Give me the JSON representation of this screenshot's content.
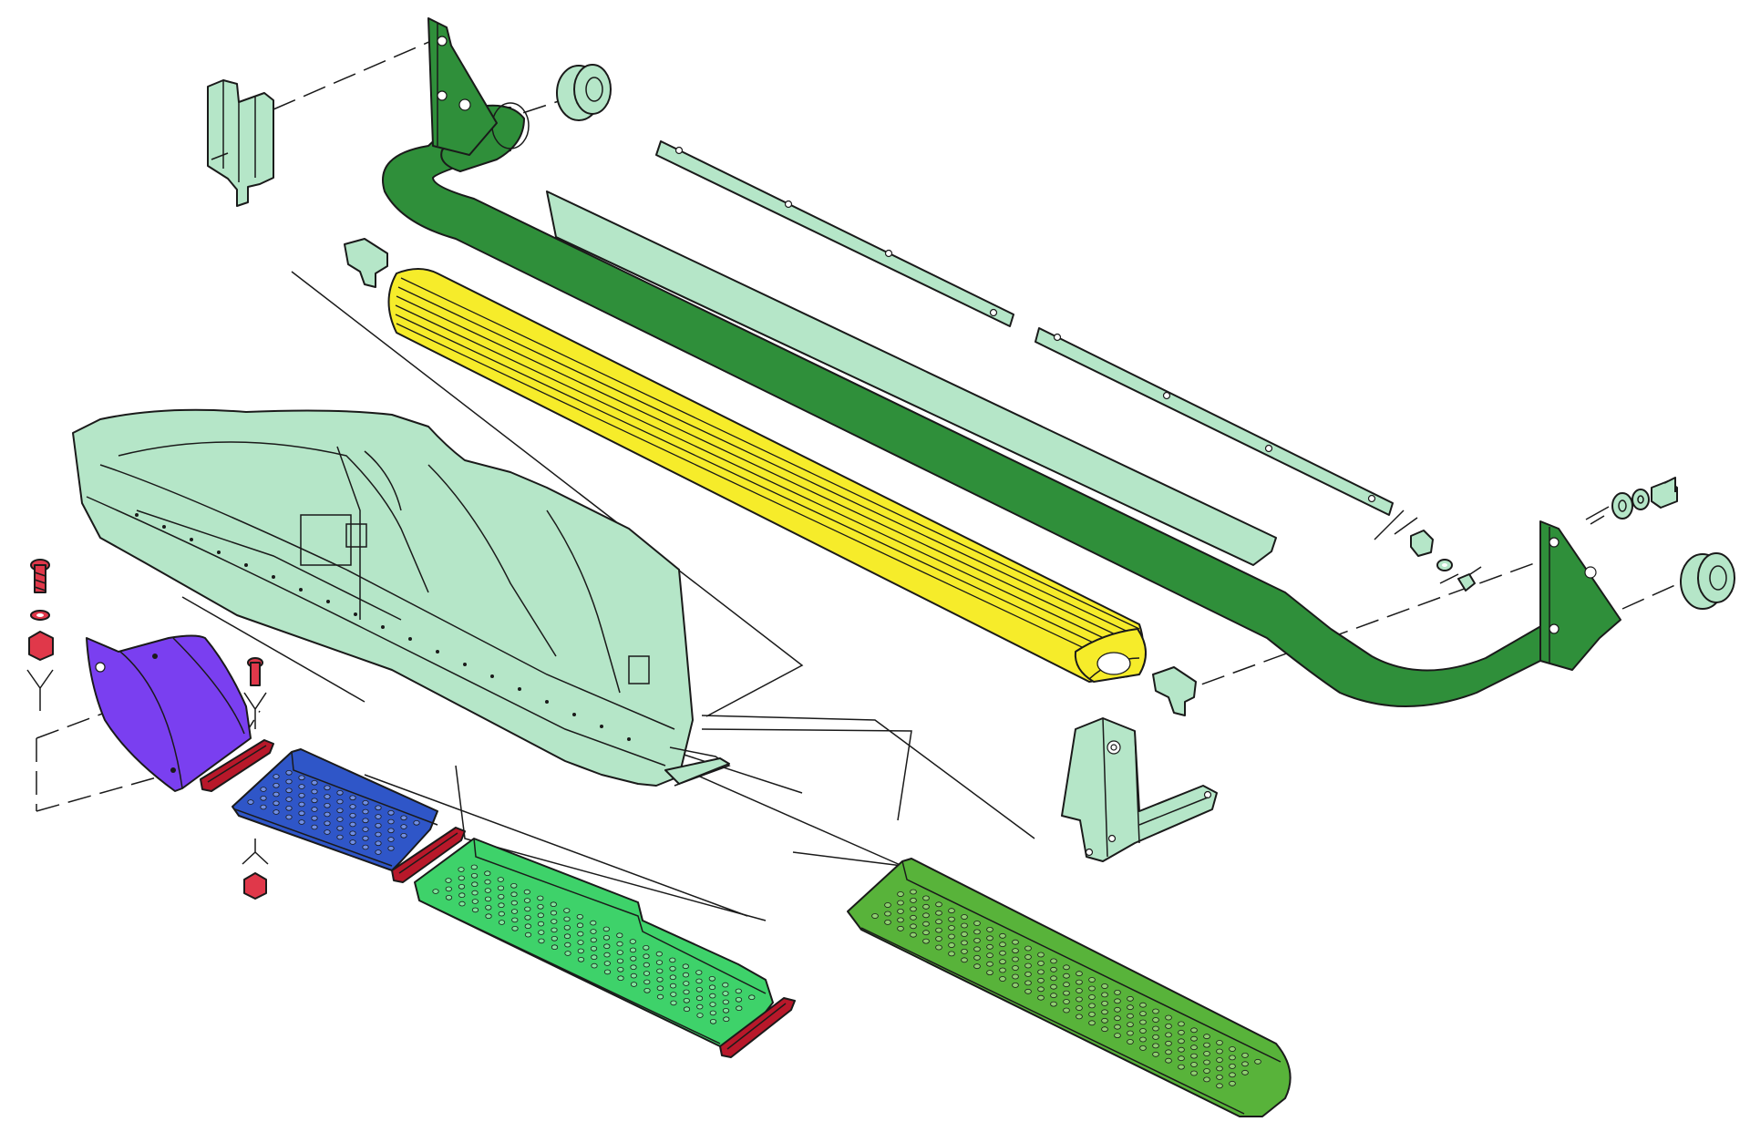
{
  "diagram": {
    "type": "exploded-parts-view",
    "colors": {
      "background": "#ffffff",
      "outline": "#1a1a1a",
      "light_mint": "#b5e6c8",
      "tube_green": "#2f8f3a",
      "step_yellow": "#f6ec2a",
      "cover_purple": "#7a3ff0",
      "step_blue": "#2f56c8",
      "step_bright_green": "#3ed26a",
      "step_olive_green": "#58b33a",
      "trim_red": "#b8182a",
      "hardware_red": "#e0384a"
    },
    "parts": [
      {
        "id": "body-side-panel",
        "color": "light_mint"
      },
      {
        "id": "running-board-tube",
        "color": "tube_green"
      },
      {
        "id": "tube-end-cap-rear",
        "color": "light_mint"
      },
      {
        "id": "tube-end-cap-front",
        "color": "light_mint"
      },
      {
        "id": "mounting-bracket-rear",
        "color": "light_mint"
      },
      {
        "id": "mounting-bracket-front",
        "color": "light_mint"
      },
      {
        "id": "mounting-strip-upper",
        "color": "light_mint"
      },
      {
        "id": "mounting-strip-lower",
        "color": "light_mint"
      },
      {
        "id": "splash-shield",
        "color": "light_mint"
      },
      {
        "id": "ribbed-step-pad",
        "color": "step_yellow"
      },
      {
        "id": "step-end-clip-rear",
        "color": "light_mint"
      },
      {
        "id": "step-end-clip-front",
        "color": "light_mint"
      },
      {
        "id": "corner-cover",
        "color": "cover_purple"
      },
      {
        "id": "short-step",
        "color": "step_blue"
      },
      {
        "id": "long-step",
        "color": "step_bright_green"
      },
      {
        "id": "full-length-step",
        "color": "step_olive_green"
      },
      {
        "id": "trim-strip",
        "color": "trim_red"
      },
      {
        "id": "screw-and-nut",
        "color": "hardware_red"
      },
      {
        "id": "bolt-and-washer-set",
        "color": "light_mint"
      }
    ]
  }
}
